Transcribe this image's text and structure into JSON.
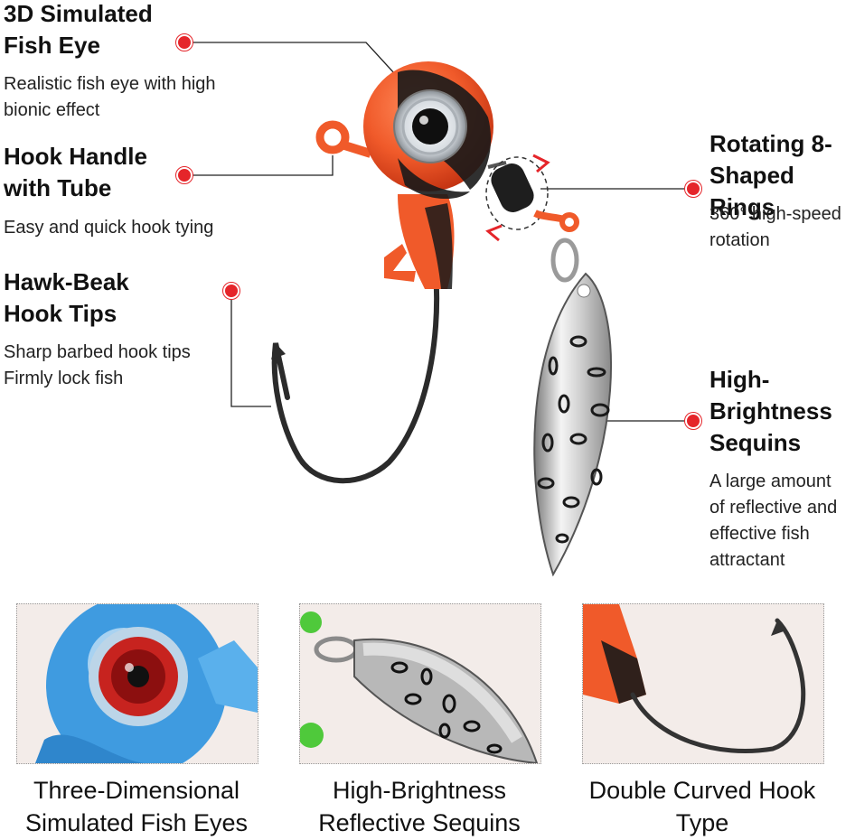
{
  "features": [
    {
      "title": "3D Simulated\nFish Eye",
      "description": "Realistic fish eye with high\nbionic effect"
    },
    {
      "title": "Hook Handle\nwith Tube",
      "description": "Easy and quick hook tying"
    },
    {
      "title": "Hawk-Beak\nHook Tips",
      "description": "Sharp barbed hook tips\nFirmly lock fish"
    },
    {
      "title": "Rotating 8-\nShaped Rings",
      "description": "360° high-speed\nrotation"
    },
    {
      "title": "High-\nBrightness\nSequins",
      "description": "A large amount\nof reflective and\neffective fish\nattractant"
    }
  ],
  "thumbnails": [
    {
      "caption": "Three-Dimensional\nSimulated Fish Eyes"
    },
    {
      "caption": "High-Brightness\nReflective Sequins"
    },
    {
      "caption": "Double Curved Hook\nType"
    }
  ],
  "colors": {
    "marker_red": "#e5252a",
    "jig_orange": "#f05a2a",
    "jig_black": "#1a1a1a",
    "eye_blue": "#3f9be0",
    "spoon_silver": "#c9c9c9"
  }
}
